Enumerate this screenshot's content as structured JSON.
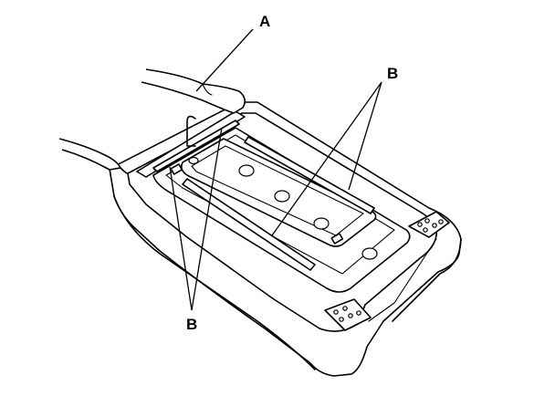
{
  "callouts": {
    "a": "A",
    "b_right": "B",
    "b_bottom": "B"
  }
}
